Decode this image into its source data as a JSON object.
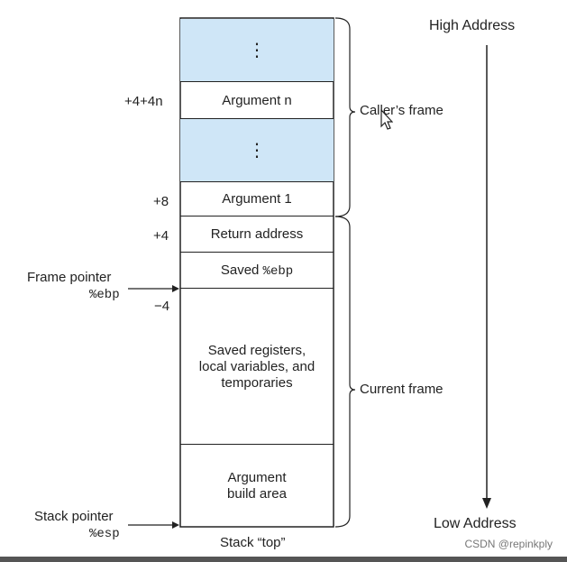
{
  "stack": {
    "cells": [
      {
        "label": "⋮"
      },
      {
        "label": "Argument n"
      },
      {
        "label": "⋮"
      },
      {
        "label": "Argument 1"
      },
      {
        "label": "Return address"
      },
      {
        "label_prefix": "Saved ",
        "label_code": "%ebp"
      },
      {
        "label": "Saved registers, local variables, and temporaries"
      },
      {
        "label": "Argument build area"
      }
    ]
  },
  "offsets": {
    "plus_4_4n": "+4+4n",
    "plus_8": "+8",
    "plus_4": "+4",
    "minus_4": "−4"
  },
  "pointers": {
    "frame_label": "Frame pointer",
    "frame_register": "%ebp",
    "stack_label": "Stack pointer",
    "stack_register": "%esp"
  },
  "frames": {
    "caller": "Caller’s frame",
    "current": "Current  frame"
  },
  "addresses": {
    "high": "High Address",
    "low": "Low Address"
  },
  "stack_top_label": "Stack “top”",
  "watermark": "CSDN @repinkply"
}
